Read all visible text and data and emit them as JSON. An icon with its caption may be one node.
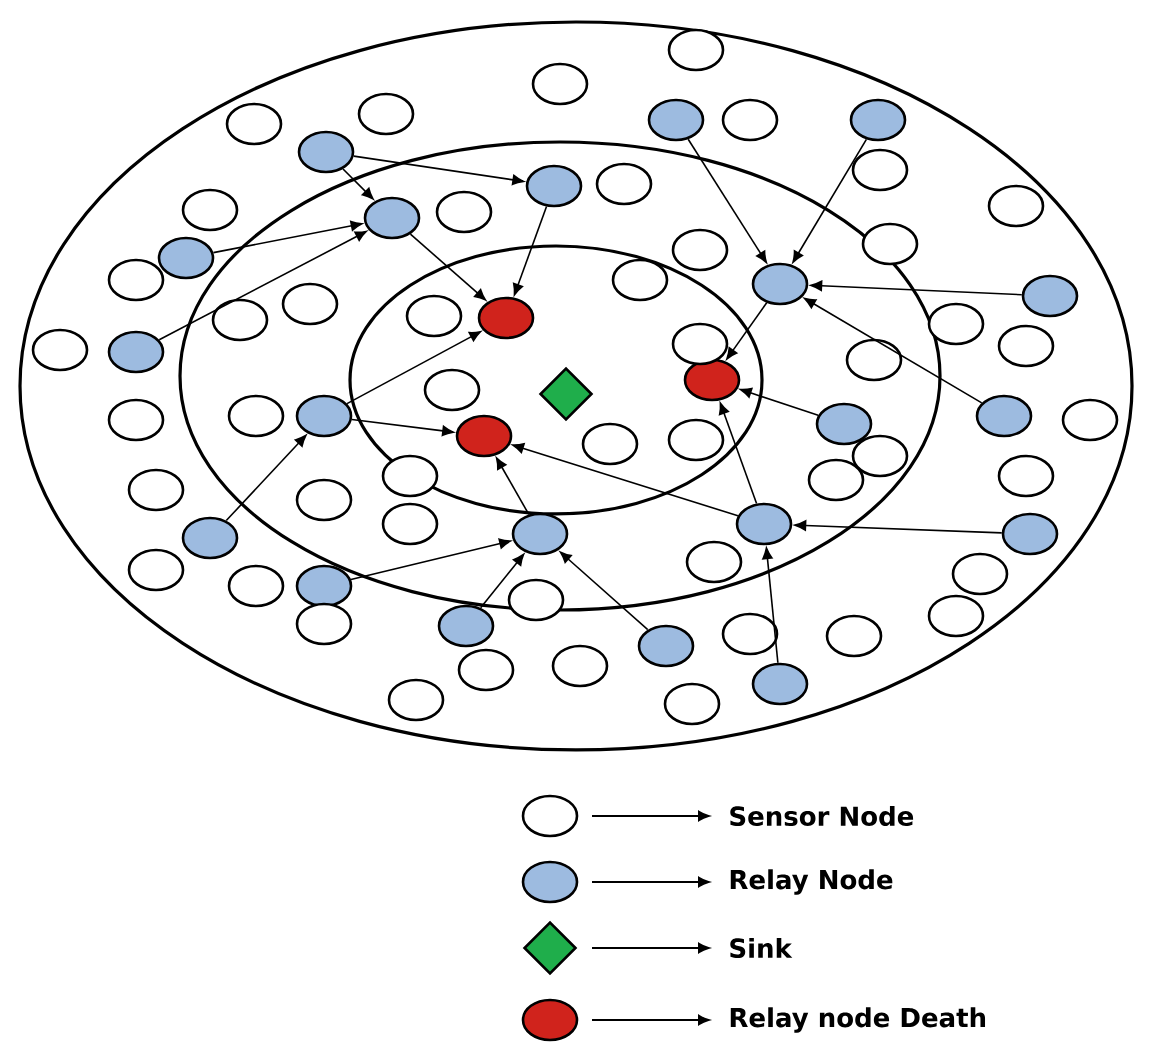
{
  "diagram": {
    "nodes": [
      {
        "text": [],
        "shape": "circle"
      },
      {
        "text": [],
        "shape": "circle"
      },
      {
        "text": [],
        "shape": "circle"
      },
      {
        "text": [],
        "shape": "circle"
      },
      {
        "text": [],
        "shape": "circle"
      },
      {
        "text": [],
        "shape": "circle"
      },
      {
        "text": [],
        "shape": "circle"
      },
      {
        "text": [],
        "shape": "circle"
      },
      {
        "text": [],
        "shape": "circle"
      },
      {
        "text": [],
        "shape": "circle"
      },
      {
        "text": [],
        "shape": "circle"
      },
      {
        "text": [],
        "shape": "circle"
      },
      {
        "text": [],
        "shape": "circle"
      },
      {
        "text": [],
        "shape": "circle"
      },
      {
        "text": [],
        "shape": "circle"
      },
      {
        "text": [],
        "shape": "circle"
      },
      {
        "text": [],
        "shape": "circle"
      },
      {
        "text": [],
        "shape": "circle"
      },
      {
        "text": [],
        "shape": "circle"
      },
      {
        "text": [],
        "shape": "circle"
      },
      {
        "text": [],
        "shape": "circle"
      },
      {
        "text": [],
        "shape": "circle"
      },
      {
        "text": [],
        "shape": "circle"
      },
      {
        "text": [],
        "shape": "diamond"
      },
      {
        "text": [],
        "shape": "circle"
      },
      {
        "text": [],
        "shape": "circle"
      },
      {
        "text": [],
        "shape": "diamond"
      },
      {
        "text": [],
        "shape": "circle"
      },
      {
        "text": [],
        "shape": "circle"
      },
      {
        "text": [],
        "shape": "circle"
      },
      {
        "text": [],
        "shape": "circle"
      },
      {
        "text": [],
        "shape": "circle"
      },
      {
        "text": [],
        "shape": "circle"
      },
      {
        "text": [],
        "shape": "circle"
      },
      {
        "text": [],
        "shape": "circle"
      },
      {
        "text": [],
        "shape": "circle"
      },
      {
        "text": [],
        "shape": "circle"
      },
      {
        "text": [],
        "shape": "circle"
      },
      {
        "text": [],
        "shape": "circle"
      },
      {
        "text": [],
        "shape": "circle"
      },
      {
        "text": [],
        "shape": "circle"
      },
      {
        "text": [],
        "shape": "circle"
      },
      {
        "text": [],
        "shape": "circle"
      },
      {
        "text": [],
        "shape": "circle"
      },
      {
        "text": [],
        "shape": "circle"
      },
      {
        "text": [],
        "shape": "circle"
      },
      {
        "text": [],
        "shape": "circle"
      },
      {
        "text": [],
        "shape": "circle"
      },
      {
        "text": [],
        "shape": "circle"
      },
      {
        "text": [],
        "shape": "circle"
      },
      {
        "text": [],
        "shape": "circle"
      },
      {
        "text": [],
        "shape": "circle"
      },
      {
        "text": [],
        "shape": "circle"
      },
      {
        "text": [],
        "shape": "circle"
      },
      {
        "text": [],
        "shape": "circle"
      },
      {
        "text": [],
        "shape": "circle"
      },
      {
        "text": [],
        "shape": "circle"
      },
      {
        "text": [],
        "shape": "circle"
      },
      {
        "text": [],
        "shape": "circle"
      },
      {
        "text": [],
        "shape": "circle"
      },
      {
        "text": [],
        "shape": "circle"
      },
      {
        "text": [],
        "shape": "circle"
      },
      {
        "text": [],
        "shape": "circle"
      },
      {
        "text": [],
        "shape": "circle"
      },
      {
        "text": [],
        "shape": "circle"
      },
      {
        "text": [],
        "shape": "circle"
      },
      {
        "text": [],
        "shape": "circle"
      },
      {
        "text": [],
        "shape": "circle"
      },
      {
        "text": [],
        "shape": "circle"
      },
      {
        "text": [],
        "shape": "circle"
      },
      {
        "text": [],
        "shape": "circle"
      },
      {
        "text": [],
        "shape": "circle"
      },
      {
        "text": [],
        "shape": "circle"
      },
      {
        "text": [],
        "shape": "circle"
      },
      {
        "text": [],
        "shape": "circle"
      },
      {
        "text": [],
        "shape": "circle"
      }
    ],
    "edges": [
      {
        "from": 0,
        "to": 1,
        "arrow": "to"
      },
      {
        "from": 0,
        "to": 4,
        "arrow": "to"
      },
      {
        "from": 2,
        "to": 1,
        "arrow": "to"
      },
      {
        "from": 3,
        "to": 1,
        "arrow": "to"
      },
      {
        "from": 1,
        "to": 20,
        "arrow": "to"
      },
      {
        "from": 4,
        "to": 20,
        "arrow": "to"
      },
      {
        "from": 5,
        "to": 7,
        "arrow": "to"
      },
      {
        "from": 6,
        "to": 7,
        "arrow": "to"
      },
      {
        "from": 8,
        "to": 7,
        "arrow": "to"
      },
      {
        "from": 15,
        "to": 7,
        "arrow": "to"
      },
      {
        "from": 7,
        "to": 21,
        "arrow": "to"
      },
      {
        "from": 9,
        "to": 20,
        "arrow": "to"
      },
      {
        "from": 9,
        "to": 22,
        "arrow": "to"
      },
      {
        "from": 10,
        "to": 9,
        "arrow": "to"
      },
      {
        "from": 11,
        "to": 12,
        "arrow": "to"
      },
      {
        "from": 13,
        "to": 12,
        "arrow": "to"
      },
      {
        "from": 18,
        "to": 12,
        "arrow": "to"
      },
      {
        "from": 12,
        "to": 22,
        "arrow": "to"
      },
      {
        "from": 16,
        "to": 22,
        "arrow": "to"
      },
      {
        "from": 14,
        "to": 21,
        "arrow": "to"
      },
      {
        "from": 16,
        "to": 21,
        "arrow": "to"
      },
      {
        "from": 17,
        "to": 16,
        "arrow": "to"
      },
      {
        "from": 19,
        "to": 16,
        "arrow": "to"
      }
    ],
    "legend": [
      {
        "text": "Sensor Node"
      },
      {
        "text": "Relay Node"
      },
      {
        "text": "Sink"
      },
      {
        "text": "Relay node Death"
      }
    ]
  }
}
